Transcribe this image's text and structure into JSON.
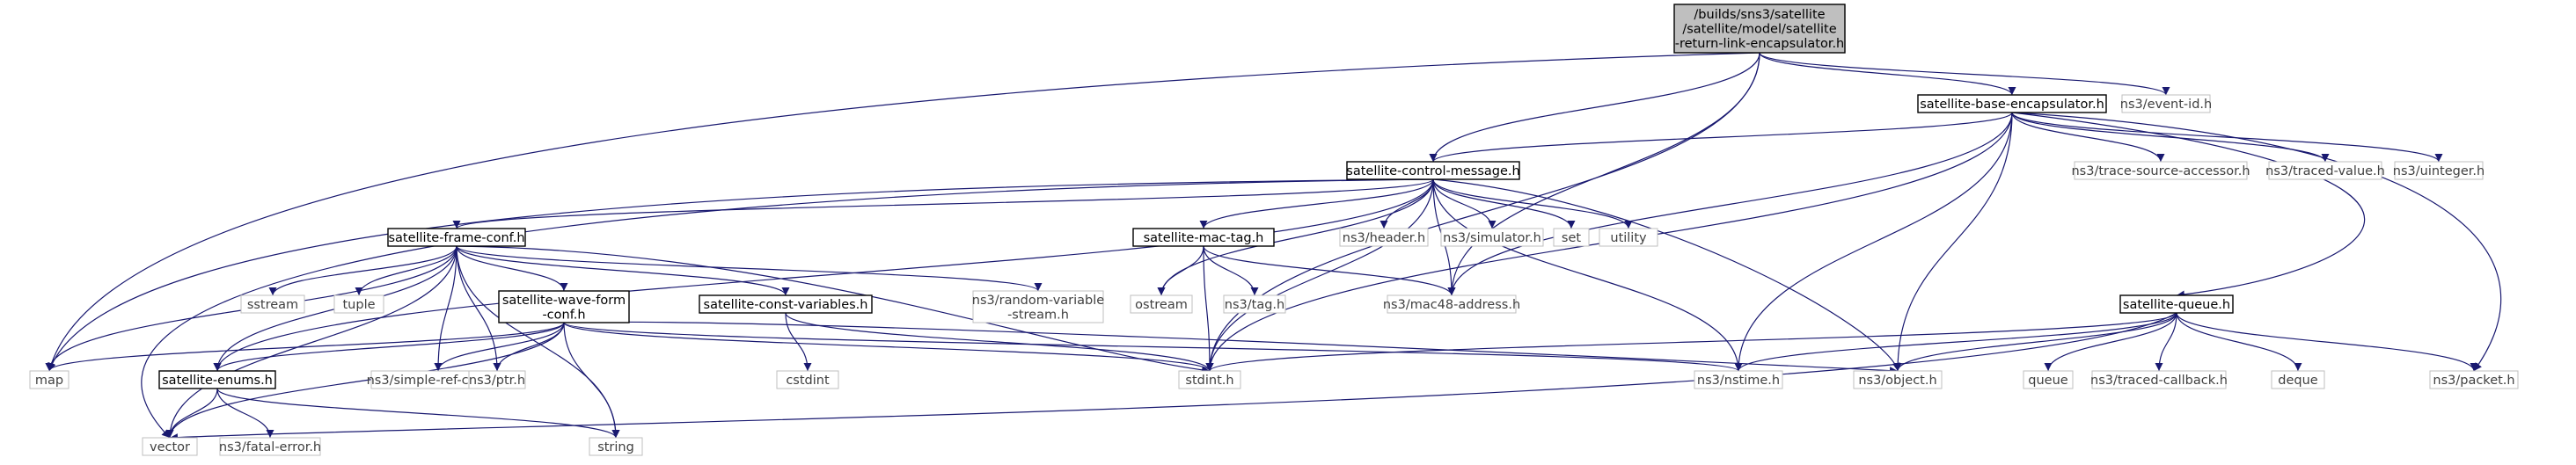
{
  "graph": {
    "colors": {
      "edge": "#191970",
      "root_fill": "#bfbfbf",
      "root_border": "#000000",
      "doc_fill": "#ffffff",
      "doc_border": "#000000",
      "ext_border": "#bfbfbf",
      "ext_text": "#404040",
      "doc_text": "#000000"
    },
    "nodes": [
      {
        "id": "root",
        "kind": "root",
        "lines": [
          "/builds/sns3/satellite",
          "/satellite/model/satellite",
          "-return-link-encapsulator.h"
        ]
      },
      {
        "id": "base_encap",
        "kind": "doc",
        "lines": [
          "satellite-base-encapsulator.h"
        ]
      },
      {
        "id": "event_id",
        "kind": "ext",
        "lines": [
          "ns3/event-id.h"
        ]
      },
      {
        "id": "control_msg",
        "kind": "doc",
        "lines": [
          "satellite-control-message.h"
        ]
      },
      {
        "id": "trace_src",
        "kind": "ext",
        "lines": [
          "ns3/trace-source-accessor.h"
        ]
      },
      {
        "id": "traced_value",
        "kind": "ext",
        "lines": [
          "ns3/traced-value.h"
        ]
      },
      {
        "id": "uinteger",
        "kind": "ext",
        "lines": [
          "ns3/uinteger.h"
        ]
      },
      {
        "id": "frame_conf",
        "kind": "doc",
        "lines": [
          "satellite-frame-conf.h"
        ]
      },
      {
        "id": "mac_tag",
        "kind": "doc",
        "lines": [
          "satellite-mac-tag.h"
        ]
      },
      {
        "id": "header",
        "kind": "ext",
        "lines": [
          "ns3/header.h"
        ]
      },
      {
        "id": "simulator",
        "kind": "ext",
        "lines": [
          "ns3/simulator.h"
        ]
      },
      {
        "id": "set",
        "kind": "ext",
        "lines": [
          "set"
        ]
      },
      {
        "id": "utility",
        "kind": "ext",
        "lines": [
          "utility"
        ]
      },
      {
        "id": "sstream",
        "kind": "ext",
        "lines": [
          "sstream"
        ]
      },
      {
        "id": "tuple",
        "kind": "ext",
        "lines": [
          "tuple"
        ]
      },
      {
        "id": "wave_form",
        "kind": "doc",
        "lines": [
          "satellite-wave-form",
          "-conf.h"
        ]
      },
      {
        "id": "const_vars",
        "kind": "doc",
        "lines": [
          "satellite-const-variables.h"
        ]
      },
      {
        "id": "random_var",
        "kind": "ext",
        "lines": [
          "ns3/random-variable",
          "-stream.h"
        ]
      },
      {
        "id": "ostream",
        "kind": "ext",
        "lines": [
          "ostream"
        ]
      },
      {
        "id": "tag",
        "kind": "ext",
        "lines": [
          "ns3/tag.h"
        ]
      },
      {
        "id": "mac48",
        "kind": "ext",
        "lines": [
          "ns3/mac48-address.h"
        ]
      },
      {
        "id": "queue_h",
        "kind": "doc",
        "lines": [
          "satellite-queue.h"
        ]
      },
      {
        "id": "map",
        "kind": "ext",
        "lines": [
          "map"
        ]
      },
      {
        "id": "enums",
        "kind": "doc",
        "lines": [
          "satellite-enums.h"
        ]
      },
      {
        "id": "simple_ref",
        "kind": "ext",
        "lines": [
          "ns3/simple-ref-count.h"
        ]
      },
      {
        "id": "ptr",
        "kind": "ext",
        "lines": [
          "ns3/ptr.h"
        ]
      },
      {
        "id": "cstdint",
        "kind": "ext",
        "lines": [
          "cstdint"
        ]
      },
      {
        "id": "stdint",
        "kind": "ext",
        "lines": [
          "stdint.h"
        ]
      },
      {
        "id": "nstime",
        "kind": "ext",
        "lines": [
          "ns3/nstime.h"
        ]
      },
      {
        "id": "object",
        "kind": "ext",
        "lines": [
          "ns3/object.h"
        ]
      },
      {
        "id": "queue",
        "kind": "ext",
        "lines": [
          "queue"
        ]
      },
      {
        "id": "traced_cb",
        "kind": "ext",
        "lines": [
          "ns3/traced-callback.h"
        ]
      },
      {
        "id": "deque",
        "kind": "ext",
        "lines": [
          "deque"
        ]
      },
      {
        "id": "packet",
        "kind": "ext",
        "lines": [
          "ns3/packet.h"
        ]
      },
      {
        "id": "vector",
        "kind": "ext",
        "lines": [
          "vector"
        ]
      },
      {
        "id": "fatal_error",
        "kind": "ext",
        "lines": [
          "ns3/fatal-error.h"
        ]
      },
      {
        "id": "string",
        "kind": "ext",
        "lines": [
          "string"
        ]
      }
    ],
    "edges": [
      [
        "root",
        "base_encap"
      ],
      [
        "root",
        "event_id"
      ],
      [
        "root",
        "control_msg"
      ],
      [
        "root",
        "map"
      ],
      [
        "root",
        "stdint"
      ],
      [
        "root",
        "mac48"
      ],
      [
        "base_encap",
        "control_msg"
      ],
      [
        "base_encap",
        "trace_src"
      ],
      [
        "base_encap",
        "traced_value"
      ],
      [
        "base_encap",
        "uinteger"
      ],
      [
        "base_encap",
        "queue_h"
      ],
      [
        "base_encap",
        "packet"
      ],
      [
        "base_encap",
        "mac48"
      ],
      [
        "base_encap",
        "stdint"
      ],
      [
        "base_encap",
        "nstime"
      ],
      [
        "base_encap",
        "object"
      ],
      [
        "control_msg",
        "frame_conf"
      ],
      [
        "control_msg",
        "mac_tag"
      ],
      [
        "control_msg",
        "header"
      ],
      [
        "control_msg",
        "simulator"
      ],
      [
        "control_msg",
        "set"
      ],
      [
        "control_msg",
        "utility"
      ],
      [
        "control_msg",
        "ostream"
      ],
      [
        "control_msg",
        "mac48"
      ],
      [
        "control_msg",
        "stdint"
      ],
      [
        "control_msg",
        "nstime"
      ],
      [
        "control_msg",
        "object"
      ],
      [
        "control_msg",
        "map"
      ],
      [
        "control_msg",
        "vector"
      ],
      [
        "control_msg",
        "enums"
      ],
      [
        "frame_conf",
        "sstream"
      ],
      [
        "frame_conf",
        "tuple"
      ],
      [
        "frame_conf",
        "wave_form"
      ],
      [
        "frame_conf",
        "const_vars"
      ],
      [
        "frame_conf",
        "random_var"
      ],
      [
        "frame_conf",
        "map"
      ],
      [
        "frame_conf",
        "enums"
      ],
      [
        "frame_conf",
        "simple_ref"
      ],
      [
        "frame_conf",
        "ptr"
      ],
      [
        "frame_conf",
        "vector"
      ],
      [
        "frame_conf",
        "string"
      ],
      [
        "frame_conf",
        "stdint"
      ],
      [
        "mac_tag",
        "ostream"
      ],
      [
        "mac_tag",
        "tag"
      ],
      [
        "mac_tag",
        "mac48"
      ],
      [
        "mac_tag",
        "stdint"
      ],
      [
        "wave_form",
        "map"
      ],
      [
        "wave_form",
        "enums"
      ],
      [
        "wave_form",
        "simple_ref"
      ],
      [
        "wave_form",
        "ptr"
      ],
      [
        "wave_form",
        "vector"
      ],
      [
        "wave_form",
        "string"
      ],
      [
        "wave_form",
        "stdint"
      ],
      [
        "wave_form",
        "nstime"
      ],
      [
        "wave_form",
        "object"
      ],
      [
        "const_vars",
        "cstdint"
      ],
      [
        "const_vars",
        "stdint"
      ],
      [
        "enums",
        "vector"
      ],
      [
        "enums",
        "fatal_error"
      ],
      [
        "enums",
        "string"
      ],
      [
        "queue_h",
        "stdint"
      ],
      [
        "queue_h",
        "nstime"
      ],
      [
        "queue_h",
        "object"
      ],
      [
        "queue_h",
        "queue"
      ],
      [
        "queue_h",
        "traced_cb"
      ],
      [
        "queue_h",
        "deque"
      ],
      [
        "queue_h",
        "packet"
      ],
      [
        "queue_h",
        "vector"
      ]
    ]
  }
}
